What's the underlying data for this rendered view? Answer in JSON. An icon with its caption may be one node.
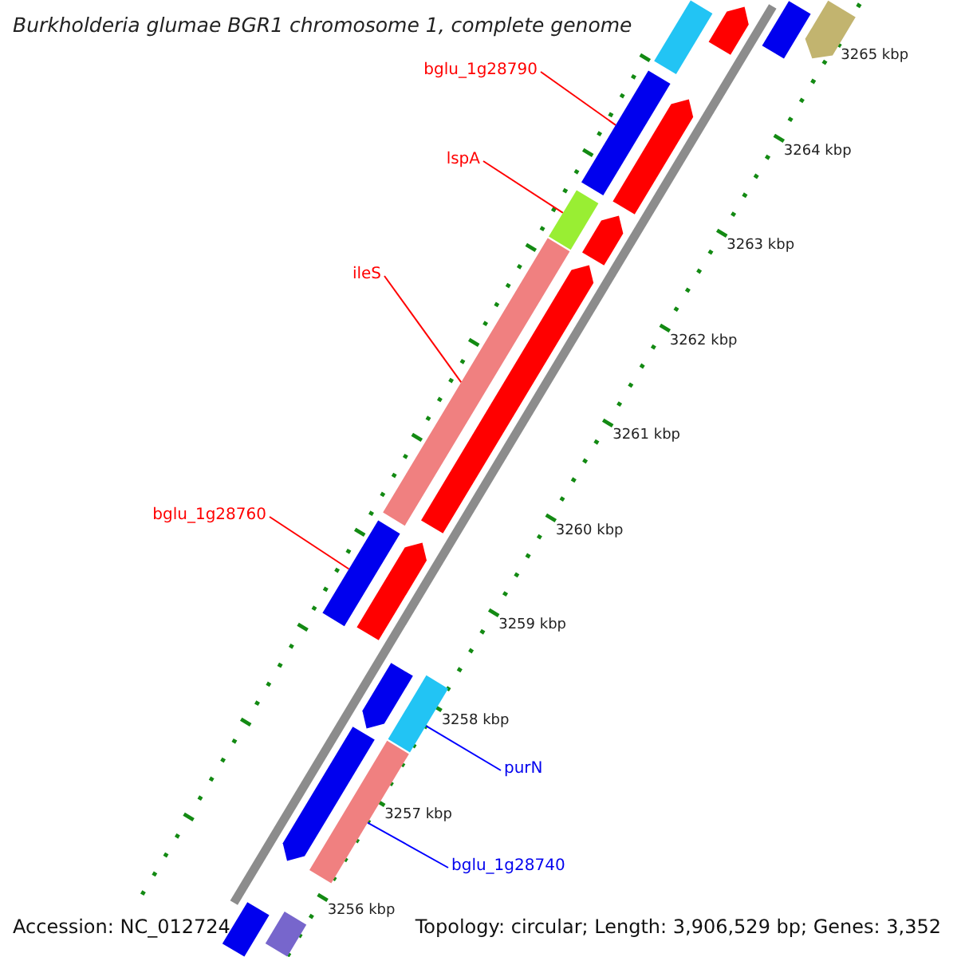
{
  "diagram": {
    "title": "Burkholderia glumae BGR1 chromosome 1, complete genome",
    "nodes": [
      {
        "text": [
          "bglu_1g28790"
        ]
      },
      {
        "text": [],
        "shape": "bar"
      },
      {
        "text": [
          "lspA"
        ]
      },
      {
        "text": [],
        "shape": "bar"
      },
      {
        "text": [
          "ileS"
        ]
      },
      {
        "text": [],
        "shape": "bar"
      },
      {
        "text": [
          "bglu_1g28760"
        ]
      },
      {
        "text": [],
        "shape": "bar"
      },
      {
        "text": [
          "purN"
        ]
      },
      {
        "text": [],
        "shape": "bar"
      },
      {
        "text": [
          "bglu_1g28740"
        ]
      },
      {
        "text": [],
        "shape": "bar"
      },
      {
        "text": [],
        "shape": "bar"
      },
      {
        "text": [],
        "shape": "arrow"
      },
      {
        "text": [],
        "shape": "arrow"
      },
      {
        "text": [],
        "shape": "bar"
      },
      {
        "text": [],
        "shape": "arrow"
      },
      {
        "text": [],
        "shape": "arrow"
      },
      {
        "text": [],
        "shape": "arrow"
      },
      {
        "text": [],
        "shape": "arrow"
      },
      {
        "text": [],
        "shape": "arrow"
      },
      {
        "text": [],
        "shape": "arrow"
      },
      {
        "text": [],
        "shape": "bar"
      },
      {
        "text": [],
        "shape": "bar"
      }
    ],
    "edges": [
      {
        "from": 0,
        "to": 1,
        "arrow": "none"
      },
      {
        "from": 2,
        "to": 3,
        "arrow": "none"
      },
      {
        "from": 4,
        "to": 5,
        "arrow": "none"
      },
      {
        "from": 6,
        "to": 7,
        "arrow": "none"
      },
      {
        "from": 8,
        "to": 9,
        "arrow": "none",
        "color": "#0000ff"
      },
      {
        "from": 10,
        "to": 11,
        "arrow": "none",
        "color": "#0000ff"
      }
    ],
    "labels": [
      "3265 kbp",
      "3264 kbp",
      "3263 kbp",
      "3262 kbp",
      "3261 kbp",
      "3260 kbp",
      "3259 kbp",
      "3258 kbp",
      "3257 kbp",
      "3256 kbp",
      "Accession: NC_012724",
      "Topology: circular; Length: 3,906,529 bp; Genes: 3,352"
    ]
  }
}
